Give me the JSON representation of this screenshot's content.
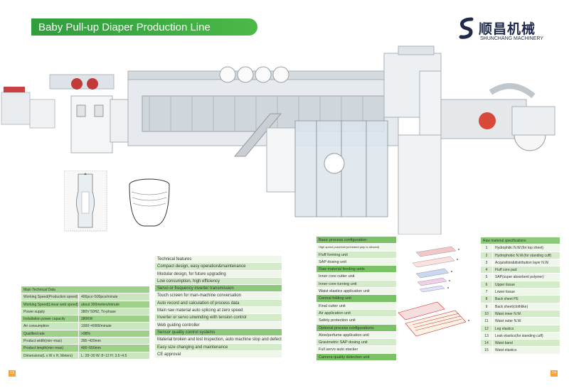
{
  "header": {
    "title": "Baby Pull-up Diaper  Production Line"
  },
  "logo": {
    "cn": "顺昌机械",
    "en": "SHUNCHANG MACHINERY",
    "brand_color": "#1f2a4a"
  },
  "colors": {
    "accent": "#4cb848",
    "table_dark": "#9ed089",
    "table_light": "#d4ebc9",
    "page_num": "#f3a33a"
  },
  "tech_data": {
    "header": "Main Technical Data",
    "rows": [
      {
        "k": "Working Speed(Production speed)",
        "v": "400pcs~500pcs/minute"
      },
      {
        "k": "Working Speed(Linear web speed)",
        "v": "about 300meters/minute"
      },
      {
        "k": "Power supply",
        "v": "380V 50HZ, Tri-phase"
      },
      {
        "k": "Installation power capacity",
        "v": "380KW"
      },
      {
        "k": "Air consumption",
        "v": "1000~4000l/minute"
      },
      {
        "k": "Qualified rate",
        "v": ">98%"
      },
      {
        "k": "Product width(min~max)",
        "v": "395~420mm"
      },
      {
        "k": "Product length(min~max)",
        "v": "400~550mm"
      },
      {
        "k": "Dimensions(L x W x H, Meters)",
        "v": "L: 28~30    W: 8~12    H: 3.5~4.5"
      }
    ]
  },
  "features": [
    {
      "text": "Technical features",
      "style": "alt"
    },
    {
      "text": "Compact design, easy operation&maintenance",
      "style": ""
    },
    {
      "text": "Modular design, for future upgrading",
      "style": "alt"
    },
    {
      "text": "Low consumption, high efficiency",
      "style": ""
    },
    {
      "text": "Servo or frequency inverter transmission",
      "style": "dark"
    },
    {
      "text": "Touch screen for man-machine conversation",
      "style": "alt"
    },
    {
      "text": "Auto record and calculation of process data",
      "style": ""
    },
    {
      "text": "Main raw material auto splicing at zero speed",
      "style": "alt"
    },
    {
      "text": "Inverter or servo unwinding with tension control",
      "style": ""
    },
    {
      "text": "Web guiding controller",
      "style": "alt"
    },
    {
      "text": "Sensor quality control systems",
      "style": "dark"
    },
    {
      "text": "Material broken and lost inspection, auto machine stop and defective products auto rejection",
      "style": "alt tiny"
    },
    {
      "text": "Easy size changing and maintenance",
      "style": ""
    },
    {
      "text": "CE approval",
      "style": "alt"
    }
  ],
  "process": [
    {
      "text": "Basic process configuration:",
      "style": "dark"
    },
    {
      "text": "High speed pulverizer(unheated pulp is allowed)",
      "style": "alt tiny"
    },
    {
      "text": "Fluff forming unit",
      "style": ""
    },
    {
      "text": "SAP dosing unit",
      "style": "alt"
    },
    {
      "text": "Raw material feeding units",
      "style": "dark"
    },
    {
      "text": "Inner core cutter unit",
      "style": "alt"
    },
    {
      "text": "Inner core turning unit",
      "style": ""
    },
    {
      "text": "Waist elastics application unit",
      "style": "alt"
    },
    {
      "text": "Central folding unit",
      "style": "dark"
    },
    {
      "text": "Final cutter unit",
      "style": "alt"
    },
    {
      "text": "Air application unit",
      "style": ""
    },
    {
      "text": "Safety protection unit",
      "style": "alt"
    },
    {
      "text": "Optional process configurations:",
      "style": "dark"
    },
    {
      "text": "Aloe/perfume application unit",
      "style": "alt"
    },
    {
      "text": "Gravimetric SAP dosing unit",
      "style": ""
    },
    {
      "text": "Full servo auto stacker",
      "style": "alt"
    },
    {
      "text": "Camera quality detection unit",
      "style": "dark"
    }
  ],
  "materials": {
    "header": "Raw material specifications",
    "items": [
      {
        "n": "1",
        "t": "Hydrophilic N.W.(for top sheet)"
      },
      {
        "n": "2",
        "t": "Hydrophobic N.W.(for standing cuff)"
      },
      {
        "n": "3",
        "t": "Acquisition&distribution layer N.W."
      },
      {
        "n": "4",
        "t": "Fluff core pad"
      },
      {
        "n": "5",
        "t": "SAP(super absorbent polymer)"
      },
      {
        "n": "6",
        "t": "Upper tissue"
      },
      {
        "n": "7",
        "t": "Lower tissue"
      },
      {
        "n": "8",
        "t": "Back sheet PE"
      },
      {
        "n": "9",
        "t": "Back sheet(clothlike)"
      },
      {
        "n": "10",
        "t": "Waist inner N.W."
      },
      {
        "n": "11",
        "t": "Waist outer N.W."
      },
      {
        "n": "12",
        "t": "Leg elastics"
      },
      {
        "n": "13",
        "t": "Leak elastics(for standing cuff)"
      },
      {
        "n": "14",
        "t": "Waist band"
      },
      {
        "n": "15",
        "t": "Waist elastics"
      }
    ]
  },
  "pages": {
    "left": "13",
    "right": "14"
  }
}
